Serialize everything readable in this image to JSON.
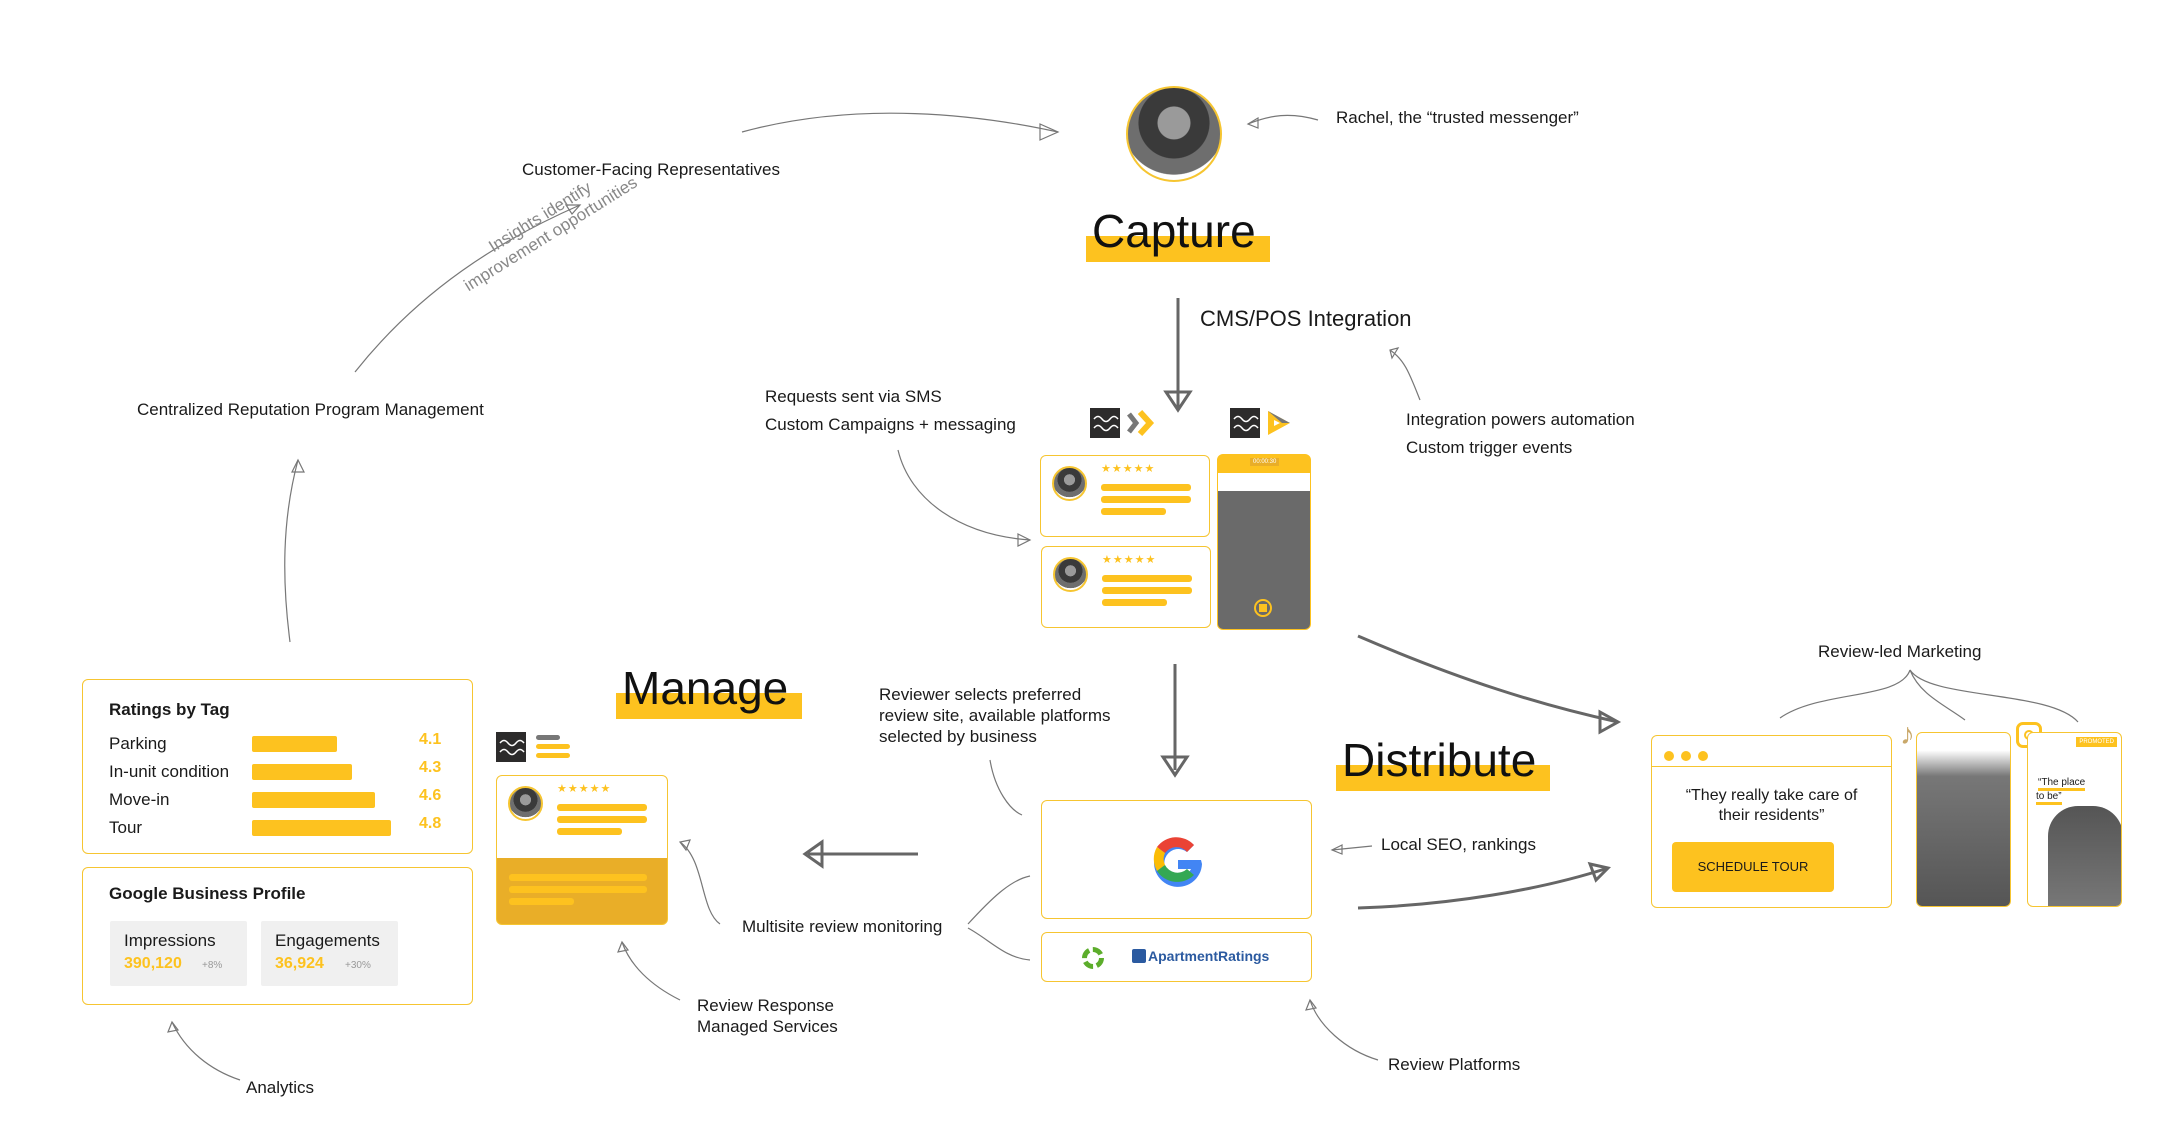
{
  "stages": {
    "capture": "Capture",
    "manage": "Manage",
    "distribute": "Distribute"
  },
  "annotations": {
    "rachel": "Rachel, the “trusted messenger”",
    "customer_facing": "Customer-Facing Representatives",
    "insights_line1": "Insights identify",
    "insights_line2": "improvement opportunities",
    "centralized": "Centralized Reputation Program Management",
    "cms_pos": "CMS/POS Integration",
    "requests_sms": "Requests sent via SMS",
    "custom_campaigns": "Custom Campaigns + messaging",
    "integration_powers": "Integration powers automation",
    "custom_trigger": "Custom trigger events",
    "reviewer_selects_1": "Reviewer selects preferred",
    "reviewer_selects_2": "review site, available platforms",
    "reviewer_selects_3": "selected by business",
    "local_seo": "Local SEO, rankings",
    "multisite": "Multisite review monitoring",
    "review_response_1": "Review Response",
    "review_response_2": "Managed Services",
    "review_platforms": "Review Platforms",
    "analytics": "Analytics",
    "review_led_marketing": "Review-led Marketing"
  },
  "capture_cards": {
    "stars": "★★★★★",
    "video_timer": "00:00:30"
  },
  "platforms": {
    "google": "G",
    "apartment_ratings": "ApartmentRatings"
  },
  "ratings_by_tag": {
    "title": "Ratings by Tag",
    "max": 5,
    "items": [
      {
        "label": "Parking",
        "value": "4.1",
        "score": 4.1
      },
      {
        "label": "In-unit condition",
        "value": "4.3",
        "score": 4.3
      },
      {
        "label": "Move-in",
        "value": "4.6",
        "score": 4.6
      },
      {
        "label": "Tour",
        "value": "4.8",
        "score": 4.8
      }
    ]
  },
  "google_business_profile": {
    "title": "Google Business Profile",
    "impressions_label": "Impressions",
    "impressions_value": "390,120",
    "impressions_change": "+8%",
    "engagements_label": "Engagements",
    "engagements_value": "36,924",
    "engagements_change": "+30%"
  },
  "marketing": {
    "quote": "“They really take care of their residents”",
    "cta": "SCHEDULE TOUR",
    "promoted": "PROMOTED",
    "ig_quote_1": "“The place",
    "ig_quote_2": "to be”"
  },
  "colors": {
    "accent": "#fdc21f",
    "accent_dark": "#e9ae28",
    "dark": "#2c2b2b",
    "arrow": "#6b6b6b"
  }
}
